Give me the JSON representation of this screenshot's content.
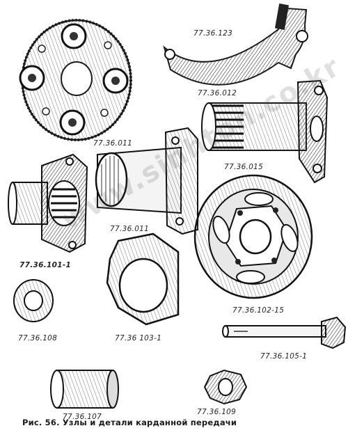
{
  "labels": {
    "flex_coupling": "77.36.123",
    "yoke_half": "77.36.012",
    "disc": "77.36.011",
    "spline_shaft": "77.36.015",
    "flange_sleeve": "77.36.101-1",
    "hex_nut": "77.36 103-1",
    "cup_flange": "77.36.011",
    "ring": "77.36.108",
    "wheel": "77.36.102-15",
    "bolt": "77.36.105-1",
    "bush": "77.36.107",
    "nut": "77.36.109"
  },
  "caption": "Рис. 56. Узлы и детали карданной передачи",
  "watermark": "www.sinhton.co.kr"
}
